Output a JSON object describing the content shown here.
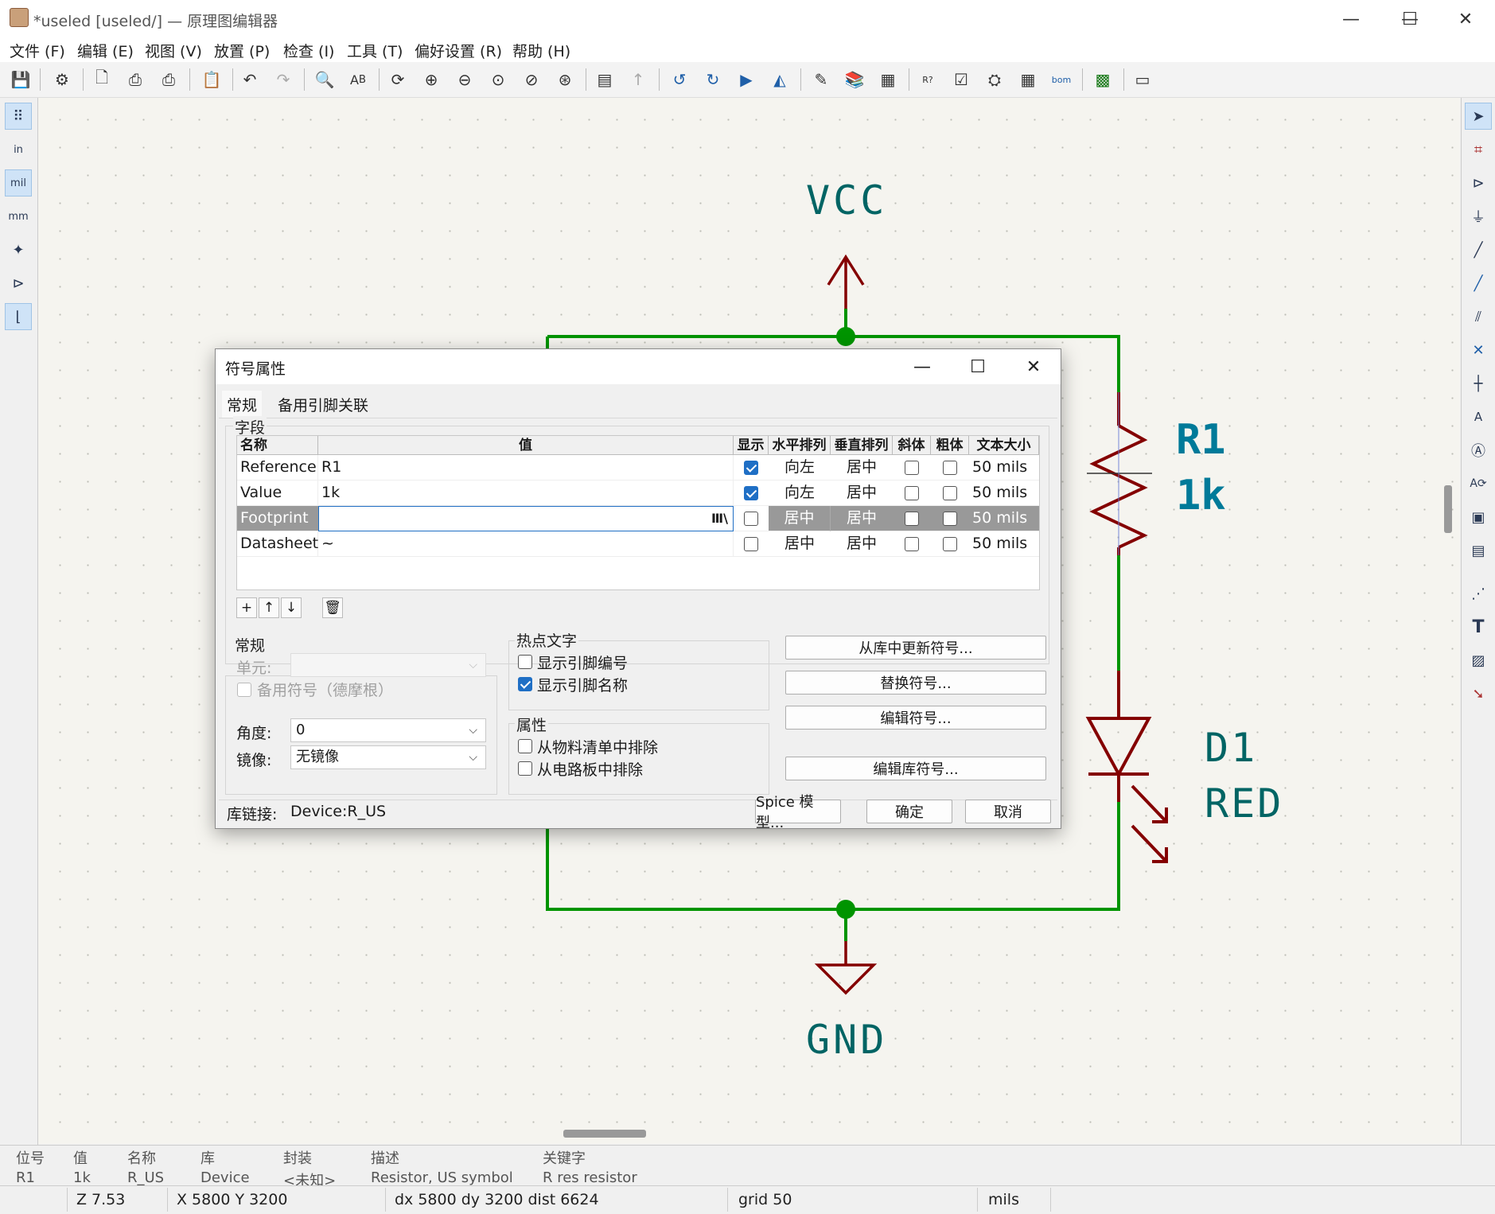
{
  "window": {
    "title": "*useled [useled/] — 原理图编辑器",
    "minimize": "—",
    "maximize": "☐",
    "close": "✕"
  },
  "menu": [
    "文件 (F)",
    "编辑 (E)",
    "视图 (V)",
    "放置 (P)",
    "检查 (I)",
    "工具 (T)",
    "偏好设置 (R)",
    "帮助 (H)"
  ],
  "left_toolbar": {
    "in_label": "in",
    "mil_label": "mil",
    "mm_label": "mm"
  },
  "schematic": {
    "vcc_label": "VCC",
    "gnd_label": "GND",
    "r1_ref": "R1",
    "r1_value": "1k",
    "d1_ref": "D1",
    "d1_value": "RED",
    "colors": {
      "wire": "#009400",
      "symbol": "#840000",
      "text": "#006464",
      "ref_text": "#007a99"
    }
  },
  "dialog": {
    "title": "符号属性",
    "tabs": [
      "常规",
      "备用引脚关联"
    ],
    "fields_group": "字段",
    "columns": [
      "名称",
      "值",
      "显示",
      "水平排列",
      "垂直排列",
      "斜体",
      "粗体",
      "文本大小"
    ],
    "rows": [
      {
        "name": "Reference",
        "value": "R1",
        "show": true,
        "h_align": "向左",
        "v_align": "居中",
        "italic": false,
        "bold": false,
        "size": "50 mils"
      },
      {
        "name": "Value",
        "value": "1k",
        "show": true,
        "h_align": "向左",
        "v_align": "居中",
        "italic": false,
        "bold": false,
        "size": "50 mils"
      },
      {
        "name": "Footprint",
        "value": "",
        "show": false,
        "h_align": "居中",
        "v_align": "居中",
        "italic": false,
        "bold": false,
        "size": "50 mils"
      },
      {
        "name": "Datasheet",
        "value": "~",
        "show": false,
        "h_align": "居中",
        "v_align": "居中",
        "italic": false,
        "bold": false,
        "size": "50 mils"
      }
    ],
    "grid_buttons": {
      "add": "+",
      "up": "↑",
      "down": "↓",
      "delete": "🗑"
    },
    "general": {
      "label": "常规",
      "unit_label": "单元:",
      "alt_symbol": "备用符号（德摩根）",
      "angle_label": "角度:",
      "angle_value": "0",
      "mirror_label": "镜像:",
      "mirror_value": "无镜像"
    },
    "hotspot": {
      "label": "热点文字",
      "show_pin_number": "显示引脚编号",
      "show_pin_name": "显示引脚名称",
      "show_pin_number_checked": false,
      "show_pin_name_checked": true
    },
    "attributes": {
      "label": "属性",
      "exclude_bom": "从物料清单中排除",
      "exclude_board": "从电路板中排除"
    },
    "actions": {
      "update": "从库中更新符号...",
      "change": "替换符号...",
      "edit": "编辑符号...",
      "edit_lib": "编辑库符号..."
    },
    "lib_link_label": "库链接:",
    "lib_link_value": "Device:R_US",
    "spice_button": "Spice 模型...",
    "ok_button": "确定",
    "cancel_button": "取消"
  },
  "info_panel": [
    {
      "label": "位号",
      "value": "R1"
    },
    {
      "label": "值",
      "value": "1k"
    },
    {
      "label": "名称",
      "value": "R_US"
    },
    {
      "label": "库",
      "value": "Device"
    },
    {
      "label": "封装",
      "value": "<未知>"
    },
    {
      "label": "描述",
      "value": "Resistor, US symbol"
    },
    {
      "label": "关键字",
      "value": "R res resistor"
    }
  ],
  "status": {
    "zoom": "Z 7.53",
    "coords": "X 5800  Y 3200",
    "delta": "dx 5800  dy 3200  dist 6624",
    "grid": "grid 50",
    "units": "mils"
  }
}
